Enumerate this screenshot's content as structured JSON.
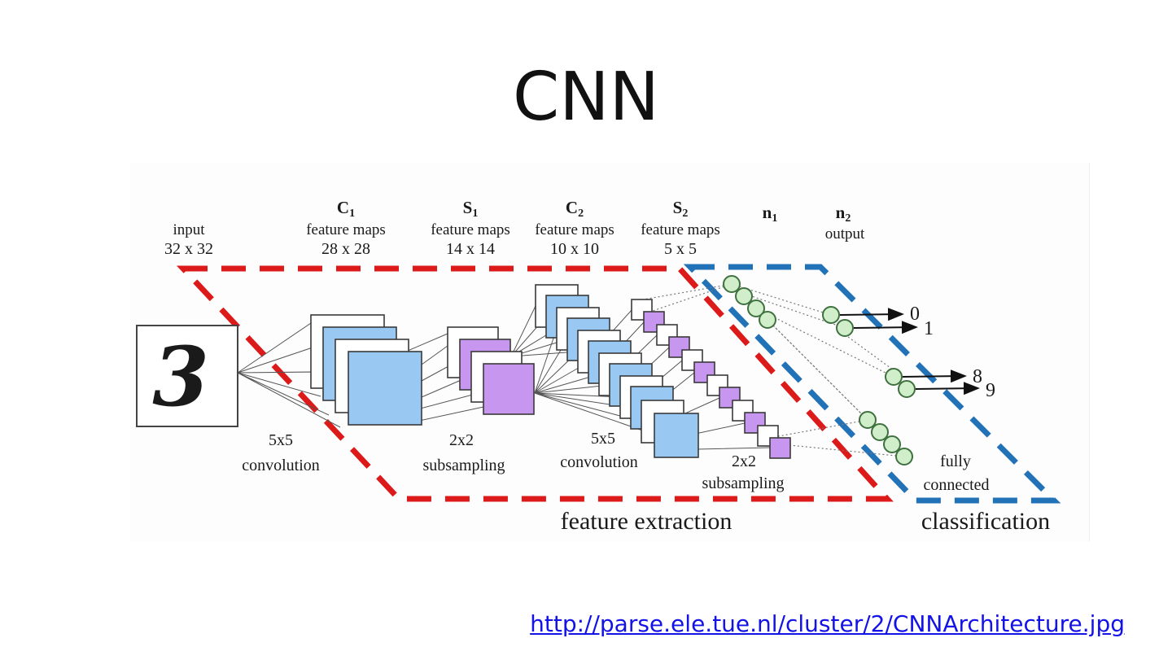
{
  "title": "CNN",
  "source_link": "http://parse.ele.tue.nl/cluster/2/CNNArchitecture.jpg",
  "diagram": {
    "input_digit": "3",
    "columns": [
      {
        "symbol": "",
        "sub": "",
        "line2": "input",
        "line3": "32 x 32"
      },
      {
        "symbol": "C",
        "sub": "1",
        "line2": "feature maps",
        "line3": "28 x 28"
      },
      {
        "symbol": "S",
        "sub": "1",
        "line2": "feature maps",
        "line3": "14 x 14"
      },
      {
        "symbol": "C",
        "sub": "2",
        "line2": "feature maps",
        "line3": "10 x 10"
      },
      {
        "symbol": "S",
        "sub": "2",
        "line2": "feature maps",
        "line3": "5 x 5"
      },
      {
        "symbol": "n",
        "sub": "1",
        "line2": "",
        "line3": ""
      },
      {
        "symbol": "n",
        "sub": "2",
        "line2": "output",
        "line3": ""
      }
    ],
    "ops": [
      {
        "top": "5x5",
        "bottom": "convolution"
      },
      {
        "top": "2x2",
        "bottom": "subsampling"
      },
      {
        "top": "5x5",
        "bottom": "convolution"
      },
      {
        "top": "2x2",
        "bottom": "subsampling"
      },
      {
        "top": "fully",
        "bottom": "connected"
      }
    ],
    "regions": {
      "feature_extraction": "feature extraction",
      "classification": "classification"
    },
    "outputs": {
      "o0": "0",
      "o1": "1",
      "o8": "8",
      "o9": "9"
    },
    "colors": {
      "feature_map_blue": "#99c9f2",
      "pooling_purple": "#c796ee",
      "neuron_green": "#cfeec9",
      "feature_extraction_dash": "#dd1a1a",
      "classification_dash": "#2272b8",
      "link_blue": "#1313e8"
    }
  }
}
